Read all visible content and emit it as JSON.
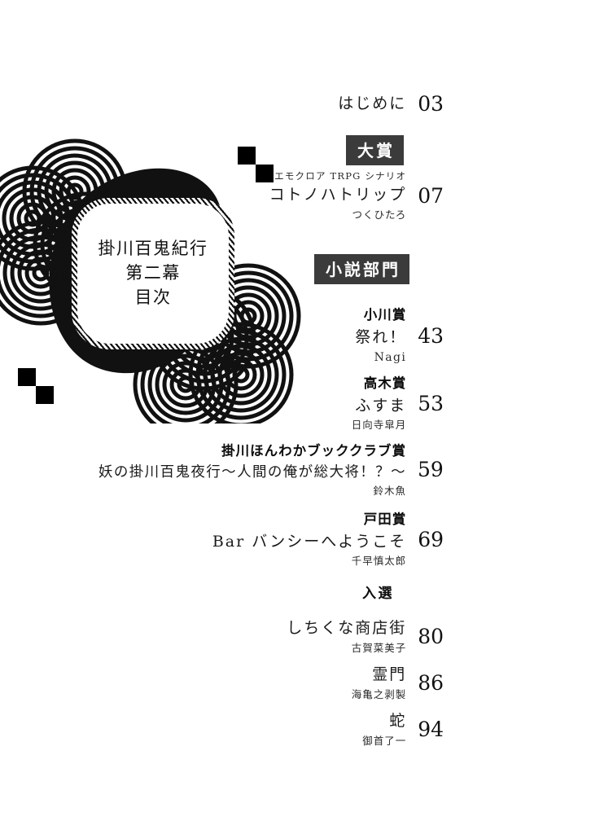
{
  "document": {
    "plaque": {
      "line1": "掛川百鬼紀行",
      "line2": "第二幕",
      "line3": "目次"
    }
  },
  "toc": {
    "preface": {
      "title": "はじめに",
      "page": "03"
    },
    "sections": [
      {
        "heading": "大賞",
        "heading_style": "badge",
        "entries": [
          {
            "ruby": "エモクロア TRPG シナリオ",
            "award": "",
            "title": "コトノハトリップ",
            "author": "つくひたろ",
            "page": "07"
          }
        ]
      },
      {
        "heading": "小説部門",
        "heading_style": "badge",
        "entries": [
          {
            "ruby": "",
            "award": "小川賞",
            "title": "祭れ！",
            "author": "Nagi",
            "page": "43"
          },
          {
            "ruby": "",
            "award": "高木賞",
            "title": "ふすま",
            "author": "日向寺皐月",
            "page": "53"
          },
          {
            "ruby": "",
            "award": "掛川ほんわかブッククラブ賞",
            "title": "妖の掛川百鬼夜行〜人間の俺が総大将！？〜",
            "author": "鈴木魚",
            "page": "59"
          },
          {
            "ruby": "",
            "award": "戸田賞",
            "title": "Bar バンシーへようこそ",
            "author": "千早慎太郎",
            "page": "69"
          }
        ]
      },
      {
        "heading": "入選",
        "heading_style": "plain",
        "entries": [
          {
            "ruby": "",
            "award": "",
            "title": "しちくな商店街",
            "author": "古賀菜美子",
            "page": "80"
          },
          {
            "ruby": "",
            "award": "",
            "title": "霊門",
            "author": "海亀之剥製",
            "page": "86"
          },
          {
            "ruby": "",
            "award": "",
            "title": "蛇",
            "author": "御首了一",
            "page": "94"
          }
        ]
      }
    ]
  },
  "decoration": {
    "motif": "seigaiha-concentric-circles",
    "blob_color": "#111111",
    "square_color": "#000000",
    "badge_color": "#3b3b3b"
  }
}
